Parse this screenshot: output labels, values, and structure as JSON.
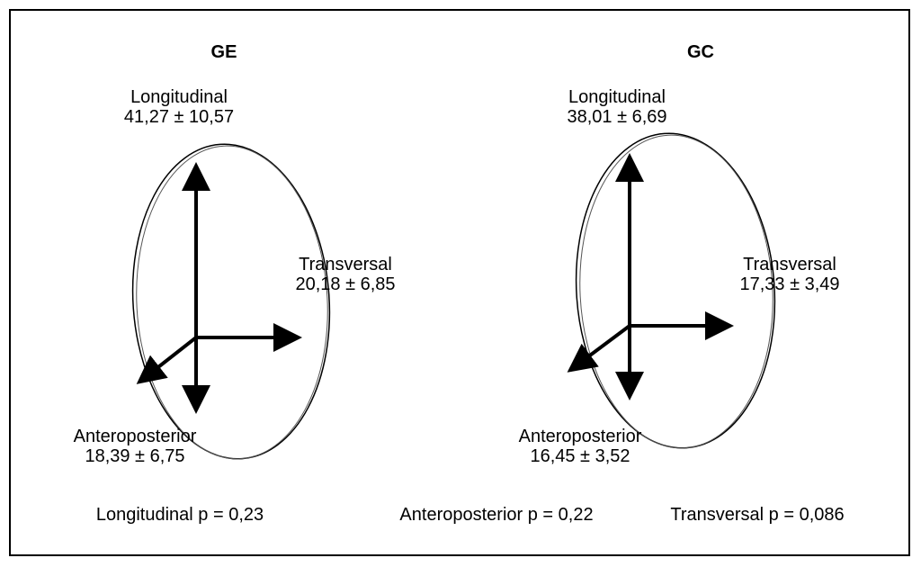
{
  "panels": [
    {
      "title": "GE",
      "longitudinal": {
        "label": "Longitudinal",
        "value": "41,27 ± 10,57"
      },
      "transversal": {
        "label": "Transversal",
        "value": "20,18 ± 6,85"
      },
      "anteroposterior": {
        "label": "Anteroposterior",
        "value": "18,39 ± 6,75"
      }
    },
    {
      "title": "GC",
      "longitudinal": {
        "label": "Longitudinal",
        "value": "38,01 ± 6,69"
      },
      "transversal": {
        "label": "Transversal",
        "value": "17,33 ± 3,49"
      },
      "anteroposterior": {
        "label": "Anteroposterior",
        "value": "16,45 ± 3,52"
      }
    }
  ],
  "pvalues": [
    "Longitudinal p = 0,23",
    "Anteroposterior p = 0,22",
    "Transversal p = 0,086"
  ]
}
